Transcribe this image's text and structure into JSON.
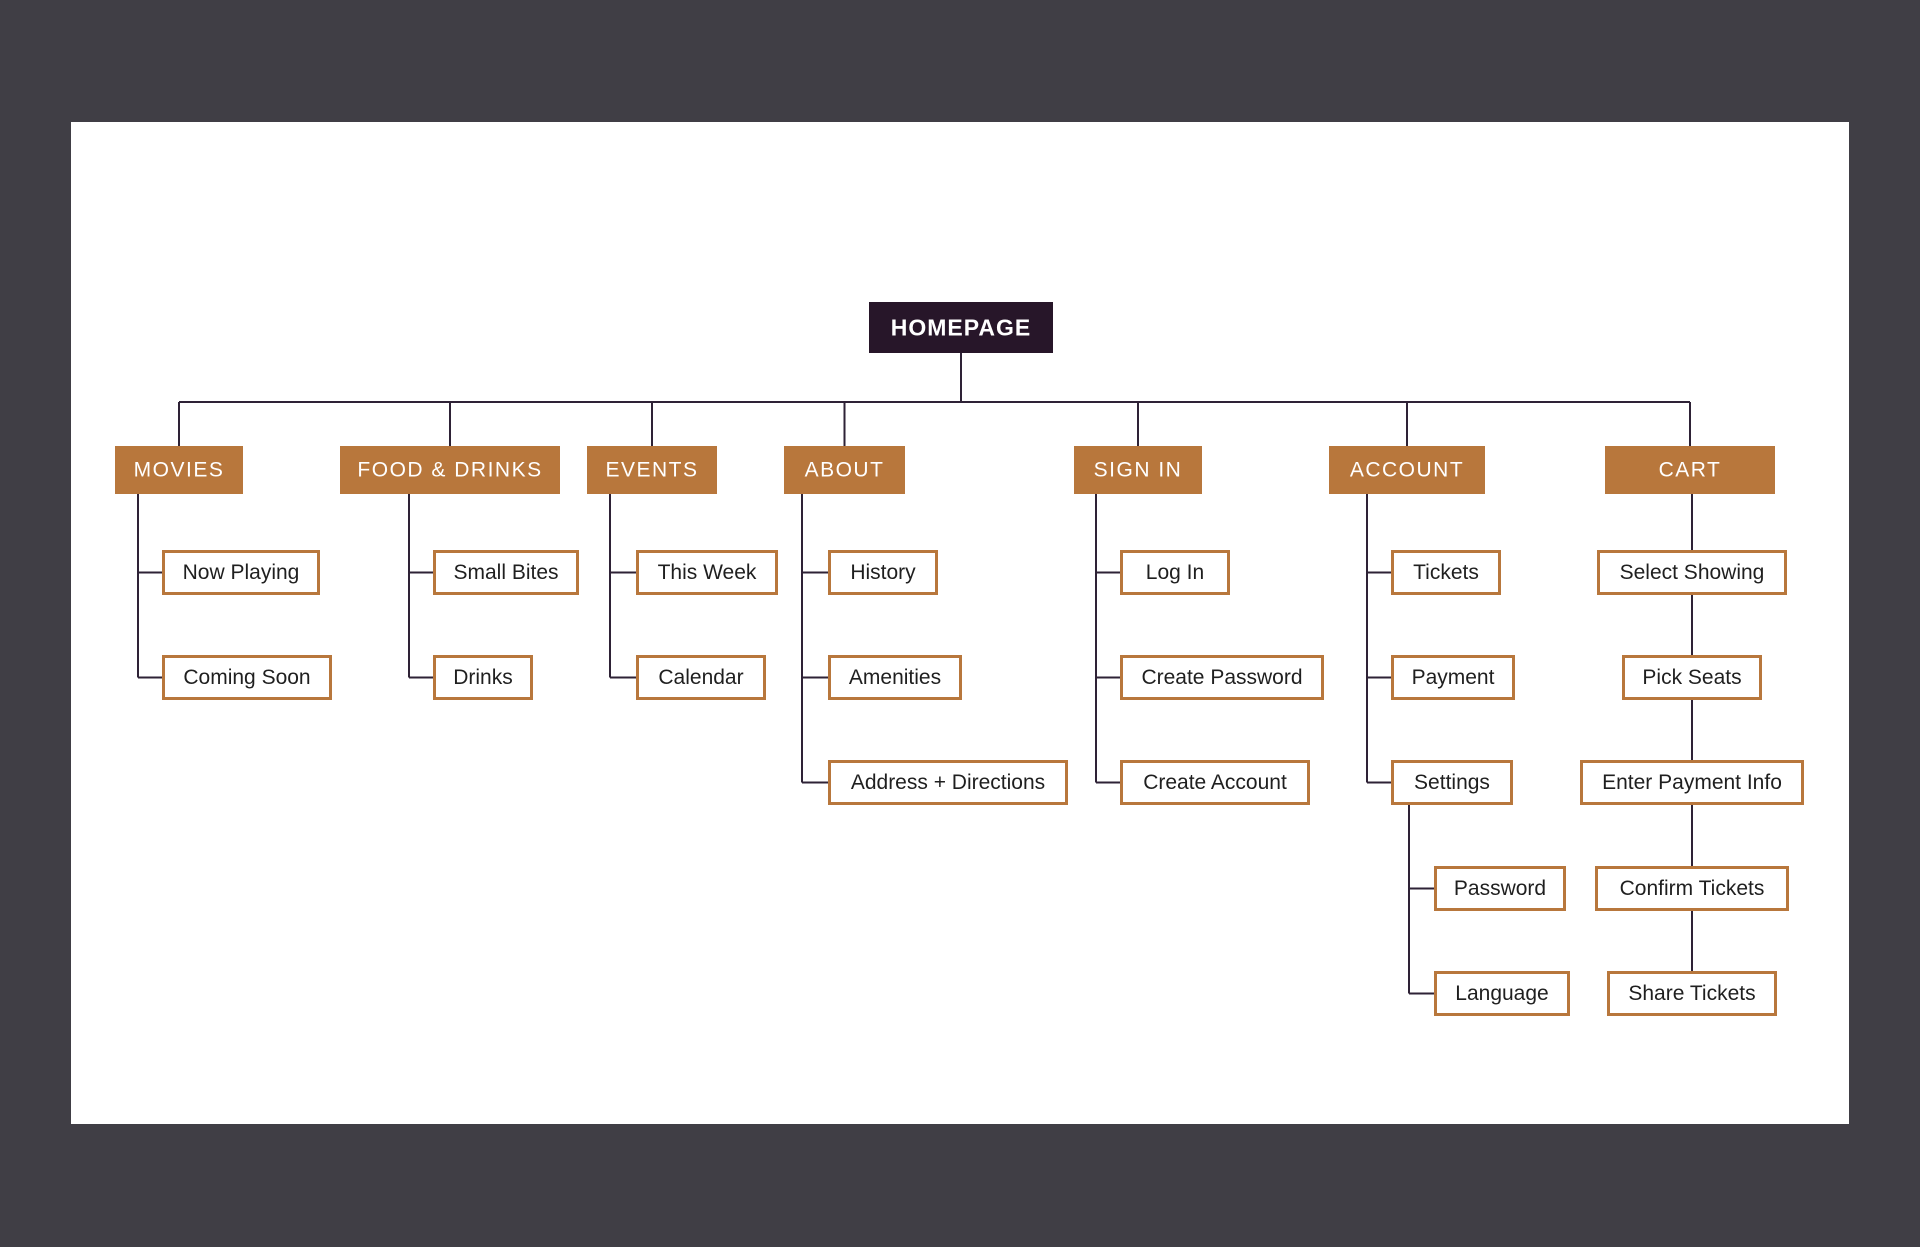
{
  "colors": {
    "frame": "#403e45",
    "canvas": "#ffffff",
    "root_fill": "#271629",
    "root_text": "#ffffff",
    "category_fill": "#b8773c",
    "category_text": "#ffffff",
    "leaf_border": "#b8773c",
    "leaf_text": "#1f1f1f",
    "connector": "#2e2236"
  },
  "root": {
    "label": "HOMEPAGE"
  },
  "categories": [
    {
      "id": "movies",
      "label": "MOVIES",
      "layout": "tree",
      "children": [
        {
          "label": "Now Playing"
        },
        {
          "label": "Coming Soon"
        }
      ]
    },
    {
      "id": "food-drinks",
      "label": "FOOD & DRINKS",
      "layout": "tree",
      "children": [
        {
          "label": "Small Bites"
        },
        {
          "label": "Drinks"
        }
      ]
    },
    {
      "id": "events",
      "label": "EVENTS",
      "layout": "tree",
      "children": [
        {
          "label": "This Week"
        },
        {
          "label": "Calendar"
        }
      ]
    },
    {
      "id": "about",
      "label": "ABOUT",
      "layout": "tree",
      "children": [
        {
          "label": "History"
        },
        {
          "label": "Amenities"
        },
        {
          "label": "Address + Directions"
        }
      ]
    },
    {
      "id": "sign-in",
      "label": "SIGN IN",
      "layout": "tree",
      "children": [
        {
          "label": "Log In"
        },
        {
          "label": "Create Password"
        },
        {
          "label": "Create Account"
        }
      ]
    },
    {
      "id": "account",
      "label": "ACCOUNT",
      "layout": "tree",
      "children": [
        {
          "label": "Tickets"
        },
        {
          "label": "Payment"
        },
        {
          "label": "Settings",
          "children": [
            {
              "label": "Password"
            },
            {
              "label": "Language"
            }
          ]
        }
      ]
    },
    {
      "id": "cart",
      "label": "CART",
      "layout": "flow",
      "children": [
        {
          "label": "Select Showing"
        },
        {
          "label": "Pick Seats"
        },
        {
          "label": "Enter Payment Info"
        },
        {
          "label": "Confirm Tickets"
        },
        {
          "label": "Share Tickets"
        }
      ]
    }
  ]
}
